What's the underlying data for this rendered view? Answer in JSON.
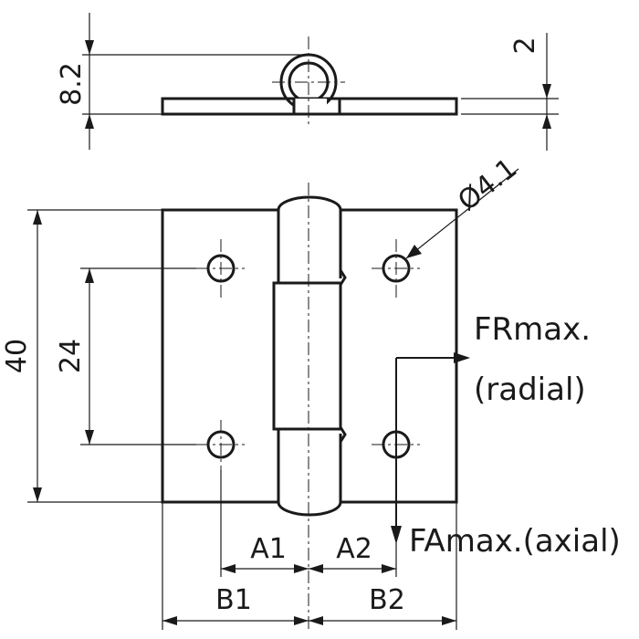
{
  "drawing": {
    "dimensions": {
      "hinge_thickness": "8.2",
      "leaf_thickness": "2",
      "hole_diameter": "Ø4.1",
      "overall_height": "40",
      "hole_spacing": "24",
      "a1": "A1",
      "a2": "A2",
      "b1": "B1",
      "b2": "B2"
    },
    "loads": {
      "radial_title": "FRmax.",
      "radial_subtitle": "(radial)",
      "axial": "FAmax.(axial)"
    }
  }
}
